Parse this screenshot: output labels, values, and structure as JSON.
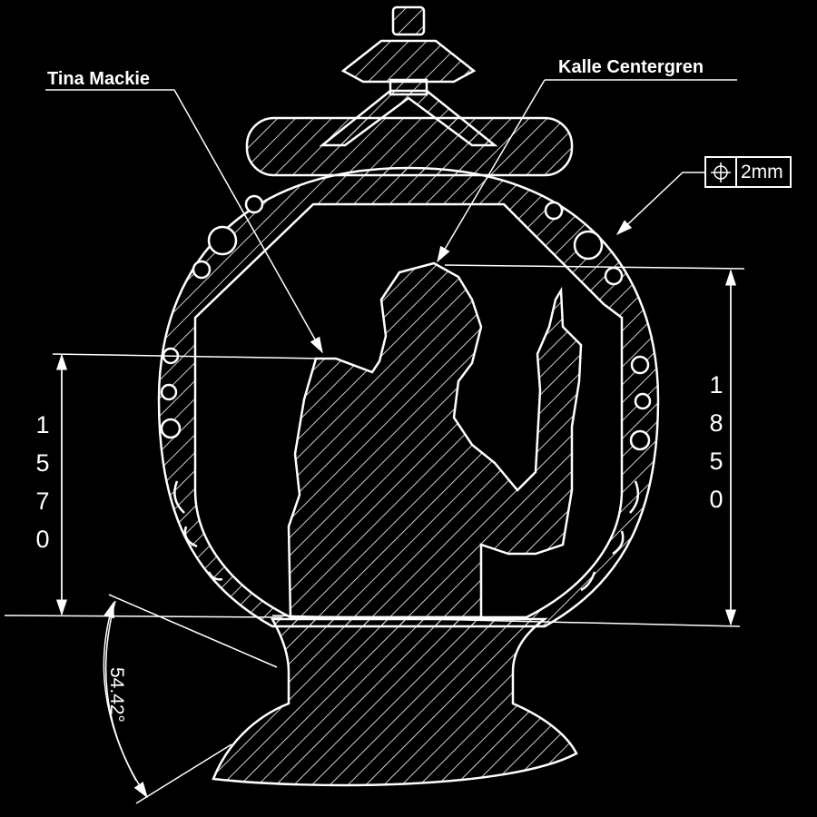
{
  "labels": {
    "left_callout": "Tina Mackie",
    "right_callout": "Kalle Centergren"
  },
  "tolerance": {
    "symbol": "position-icon",
    "value": "2mm"
  },
  "dimensions": {
    "left_height": [
      "1",
      "5",
      "7",
      "0"
    ],
    "right_height": [
      "1",
      "8",
      "5",
      "0"
    ],
    "angle": "54.42°"
  },
  "colors": {
    "background": "#000000",
    "lines": "#ffffff"
  }
}
